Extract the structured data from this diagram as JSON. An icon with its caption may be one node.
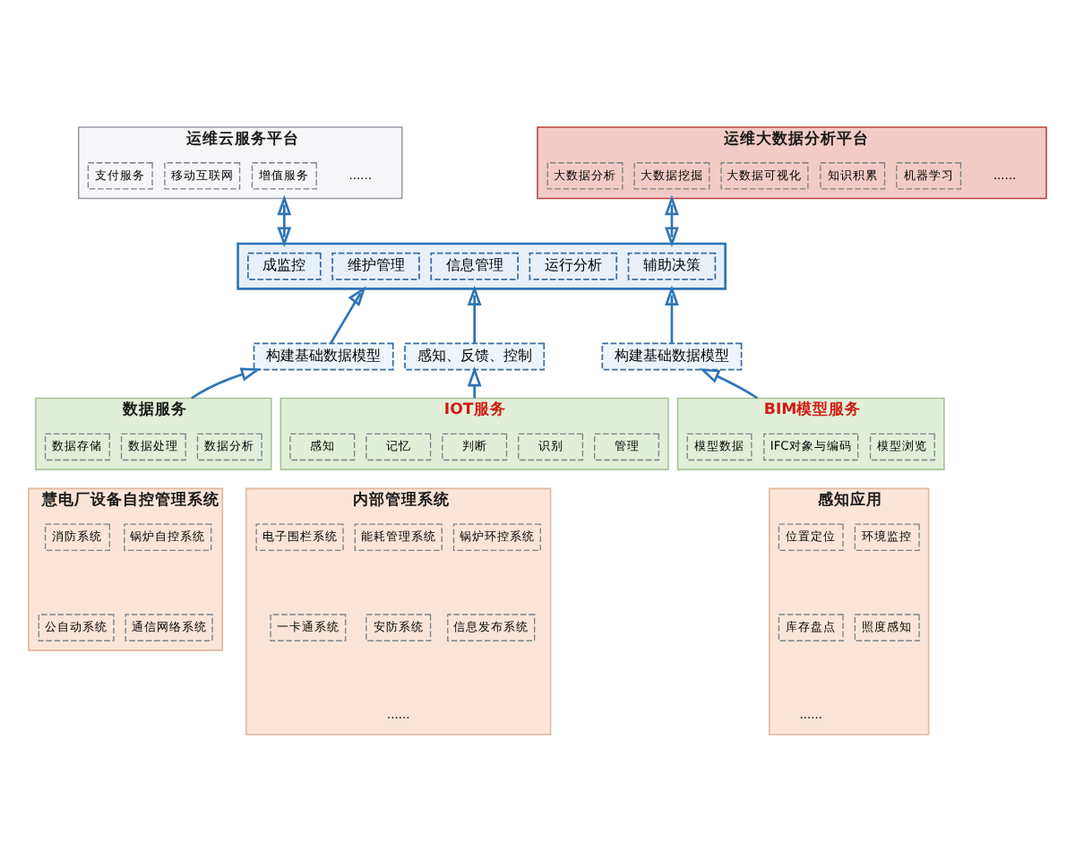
{
  "diagram": {
    "nodes": [
      {
        "text": [
          "运维云服务平台",
          "......"
        ]
      },
      {
        "text": [
          "支付服务"
        ],
        "in": 0
      },
      {
        "text": [
          "移动互联网"
        ],
        "in": 0
      },
      {
        "text": [
          "增值服务"
        ],
        "in": 0
      },
      {
        "text": [
          "运维大数据分析平台",
          "......"
        ]
      },
      {
        "text": [
          "大数据分析"
        ],
        "in": 4
      },
      {
        "text": [
          "大数据挖掘"
        ],
        "in": 4
      },
      {
        "text": [
          "大数据可视化"
        ],
        "in": 4
      },
      {
        "text": [
          "知识积累"
        ],
        "in": 4
      },
      {
        "text": [
          "机器学习"
        ],
        "in": 4
      },
      {
        "text": [],
        "shape": "box"
      },
      {
        "text": [
          "成监控"
        ],
        "in": 10
      },
      {
        "text": [
          "维护管理"
        ],
        "in": 10
      },
      {
        "text": [
          "信息管理"
        ],
        "in": 10
      },
      {
        "text": [
          "运行分析"
        ],
        "in": 10
      },
      {
        "text": [
          "辅助决策"
        ],
        "in": 10
      },
      {
        "text": [
          "构建基础数据模型"
        ]
      },
      {
        "text": [
          "感知、反馈、控制"
        ]
      },
      {
        "text": [
          "构建基础数据模型"
        ]
      },
      {
        "text": [
          "数据服务"
        ]
      },
      {
        "text": [
          "数据存储"
        ],
        "in": 19
      },
      {
        "text": [
          "数据处理"
        ],
        "in": 19
      },
      {
        "text": [
          "数据分析"
        ],
        "in": 19
      },
      {
        "text": [
          "IOT服务"
        ]
      },
      {
        "text": [
          "感知"
        ],
        "in": 23
      },
      {
        "text": [
          "记忆"
        ],
        "in": 23
      },
      {
        "text": [
          "判断"
        ],
        "in": 23
      },
      {
        "text": [
          "识别"
        ],
        "in": 23
      },
      {
        "text": [
          "管理"
        ],
        "in": 23
      },
      {
        "text": [
          "BIM模型服务"
        ]
      },
      {
        "text": [
          "模型数据"
        ],
        "in": 29
      },
      {
        "text": [
          "IFC对象与编码"
        ],
        "in": 29
      },
      {
        "text": [
          "模型浏览"
        ],
        "in": 29
      },
      {
        "text": [
          "慧电厂设备自控管理系统"
        ]
      },
      {
        "text": [
          "消防系统"
        ],
        "in": 33
      },
      {
        "text": [
          "锅炉自控系统"
        ],
        "in": 33
      },
      {
        "text": [
          "公自动系统"
        ],
        "in": 33
      },
      {
        "text": [
          "通信网络系统"
        ],
        "in": 33
      },
      {
        "text": [
          "内部管理系统",
          "......"
        ]
      },
      {
        "text": [
          "电子围栏系统"
        ],
        "in": 38
      },
      {
        "text": [
          "能耗管理系统"
        ],
        "in": 38
      },
      {
        "text": [
          "锅炉环控系统"
        ],
        "in": 38
      },
      {
        "text": [
          "一卡通系统"
        ],
        "in": 38
      },
      {
        "text": [
          "安防系统"
        ],
        "in": 38
      },
      {
        "text": [
          "信息发布系统"
        ],
        "in": 38
      },
      {
        "text": [
          "感知应用",
          "......"
        ]
      },
      {
        "text": [
          "位置定位"
        ],
        "in": 45
      },
      {
        "text": [
          "环境监控"
        ],
        "in": 45
      },
      {
        "text": [
          "库存盘点"
        ],
        "in": 45
      },
      {
        "text": [
          "照度感知"
        ],
        "in": 45
      }
    ],
    "edges": [
      {
        "from": 10,
        "to": 0,
        "arrow": "both"
      },
      {
        "from": 10,
        "to": 4,
        "arrow": "both"
      },
      {
        "from": 16,
        "to": 10,
        "arrow": "to"
      },
      {
        "from": 17,
        "to": 10,
        "arrow": "to"
      },
      {
        "from": 18,
        "to": 10,
        "arrow": "to"
      },
      {
        "from": 19,
        "to": 16,
        "arrow": "to"
      },
      {
        "from": 23,
        "to": 17,
        "arrow": "to"
      },
      {
        "from": 29,
        "to": 18,
        "arrow": "to"
      }
    ]
  }
}
